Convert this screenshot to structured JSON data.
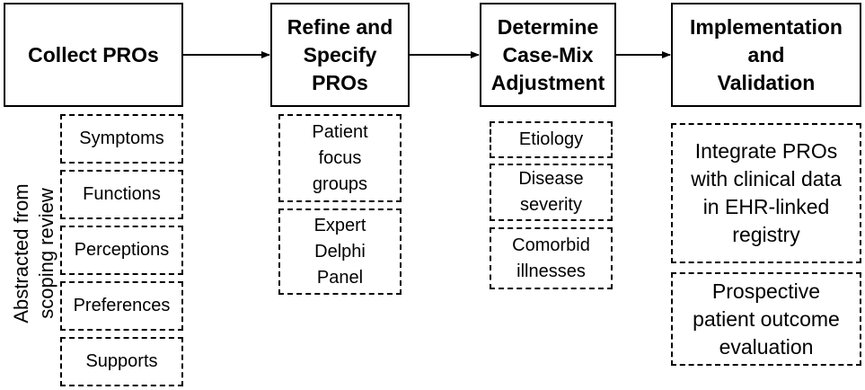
{
  "steps": [
    {
      "label": "Collect PROs"
    },
    {
      "label": "Refine and\nSpecify\nPROs"
    },
    {
      "label": "Determine\nCase-Mix\nAdjustment"
    },
    {
      "label": "Implementation\nand\nValidation"
    }
  ],
  "collect_items": [
    "Symptoms",
    "Functions",
    "Perceptions",
    "Preferences",
    "Supports"
  ],
  "side_label": "Abstracted from\nscoping review",
  "refine_items": [
    "Patient\nfocus\ngroups",
    "Expert\nDelphi\nPanel"
  ],
  "casemix_items": [
    "Etiology",
    "Disease\nseverity",
    "Comorbid\nillnesses"
  ],
  "implementation_items": [
    "Integrate PROs\nwith clinical data\nin EHR-linked\nregistry",
    "Prospective\npatient outcome\nevaluation"
  ]
}
